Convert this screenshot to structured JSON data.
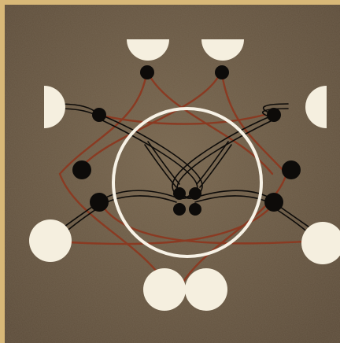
{
  "colors": {
    "frame": "#d8b878",
    "board": "#6b5a45",
    "board_light": "#7a6850",
    "board_dark": "#5c4c3a",
    "cream": "#f5efdf",
    "ring": "#f7f2e6",
    "peg": "#0d0b09",
    "wire_black": "#0d0b09",
    "wire_red": "#8a3a22"
  },
  "pieces": {
    "cream_half_discs": 4,
    "cream_full_discs": 4,
    "black_pegs": 12
  }
}
